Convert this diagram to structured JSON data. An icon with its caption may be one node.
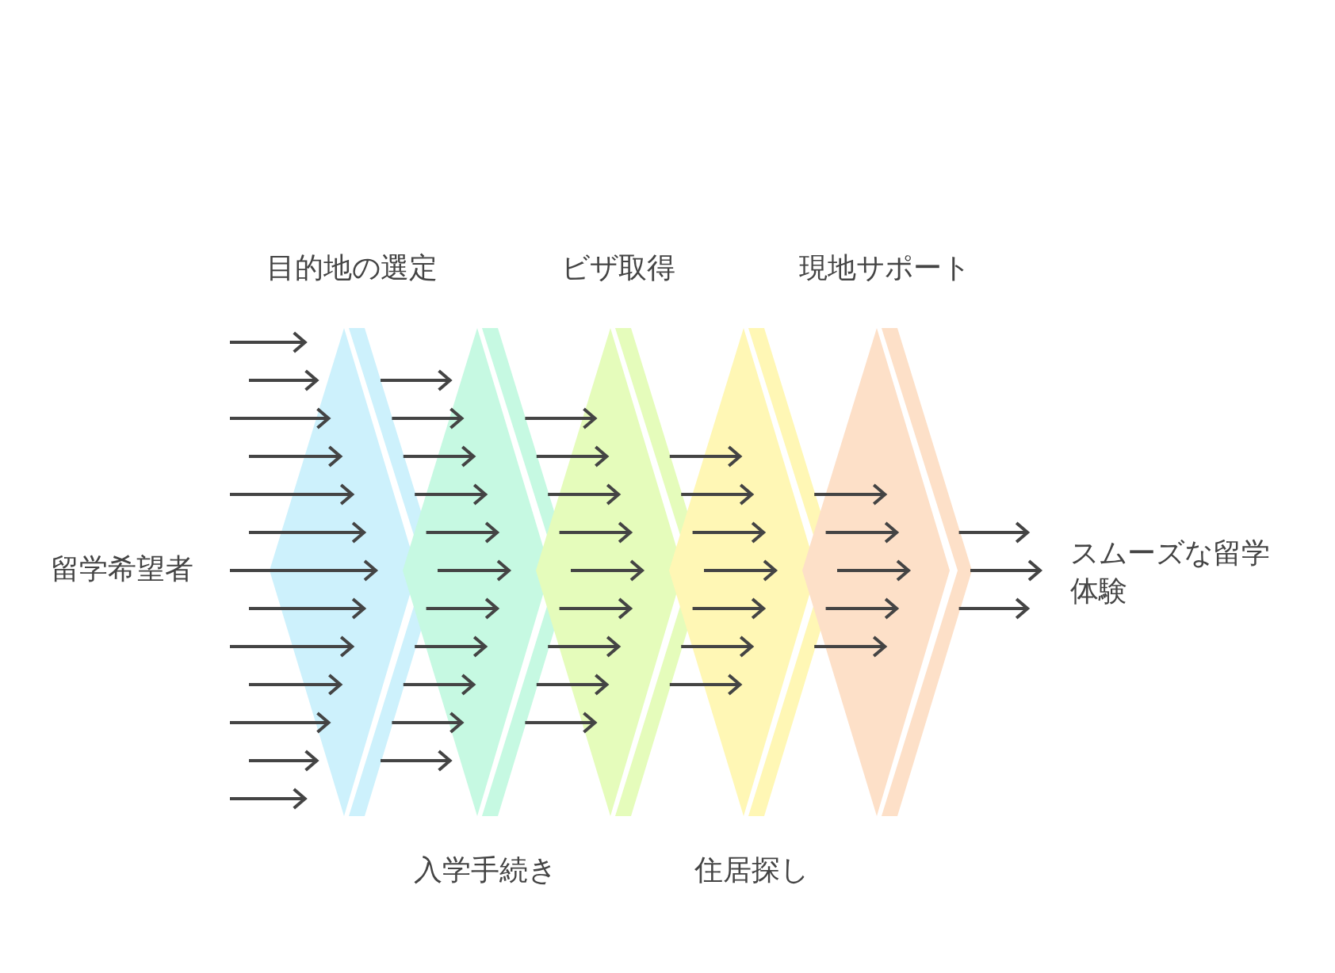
{
  "diagram": {
    "nodes": [
      {
        "text": [
          "留学希望者"
        ]
      },
      {
        "text": [
          "目的地の選定"
        ]
      },
      {
        "text": [
          "入学手続き"
        ]
      },
      {
        "text": [
          "ビザ取得"
        ]
      },
      {
        "text": [
          "住居探し"
        ]
      },
      {
        "text": [
          "現地サポート"
        ]
      },
      {
        "text": [
          "スムーズな留学体験"
        ]
      }
    ],
    "edges": [
      {
        "from": null,
        "to": 1,
        "arrow": "to"
      },
      {
        "from": null,
        "to": 1,
        "arrow": "to"
      },
      {
        "from": null,
        "to": 1,
        "arrow": "to"
      },
      {
        "from": null,
        "to": 1,
        "arrow": "to"
      },
      {
        "from": 0,
        "to": 1,
        "arrow": "to"
      },
      {
        "from": null,
        "to": 1,
        "arrow": "to"
      },
      {
        "from": 0,
        "to": 1,
        "arrow": "to"
      },
      {
        "from": null,
        "to": 1,
        "arrow": "to"
      },
      {
        "from": 0,
        "to": 1,
        "arrow": "to"
      },
      {
        "from": null,
        "to": 1,
        "arrow": "to"
      },
      {
        "from": null,
        "to": 1,
        "arrow": "to"
      },
      {
        "from": null,
        "to": 1,
        "arrow": "to"
      },
      {
        "from": null,
        "to": 1,
        "arrow": "to"
      },
      {
        "from": 1,
        "to": 2,
        "arrow": "to"
      },
      {
        "from": 1,
        "to": 2,
        "arrow": "to"
      },
      {
        "from": 1,
        "to": 2,
        "arrow": "to"
      },
      {
        "from": 1,
        "to": 2,
        "arrow": "to"
      },
      {
        "from": 1,
        "to": 2,
        "arrow": "to"
      },
      {
        "from": 1,
        "to": 2,
        "arrow": "to"
      },
      {
        "from": 1,
        "to": 2,
        "arrow": "to"
      },
      {
        "from": 1,
        "to": 2,
        "arrow": "to"
      },
      {
        "from": 1,
        "to": 2,
        "arrow": "to"
      },
      {
        "from": 1,
        "to": 2,
        "arrow": "to"
      },
      {
        "from": 1,
        "to": 2,
        "arrow": "to"
      },
      {
        "from": 2,
        "to": 3,
        "arrow": "to"
      },
      {
        "from": 2,
        "to": 3,
        "arrow": "to"
      },
      {
        "from": 2,
        "to": 3,
        "arrow": "to"
      },
      {
        "from": 2,
        "to": 3,
        "arrow": "to"
      },
      {
        "from": 2,
        "to": 3,
        "arrow": "to"
      },
      {
        "from": 2,
        "to": 3,
        "arrow": "to"
      },
      {
        "from": 2,
        "to": 3,
        "arrow": "to"
      },
      {
        "from": 2,
        "to": 3,
        "arrow": "to"
      },
      {
        "from": 2,
        "to": 3,
        "arrow": "to"
      },
      {
        "from": 3,
        "to": 4,
        "arrow": "to"
      },
      {
        "from": 3,
        "to": 4,
        "arrow": "to"
      },
      {
        "from": 3,
        "to": 4,
        "arrow": "to"
      },
      {
        "from": 3,
        "to": 4,
        "arrow": "to"
      },
      {
        "from": 3,
        "to": 4,
        "arrow": "to"
      },
      {
        "from": 3,
        "to": 4,
        "arrow": "to"
      },
      {
        "from": 3,
        "to": 4,
        "arrow": "to"
      },
      {
        "from": 4,
        "to": 5,
        "arrow": "to"
      },
      {
        "from": 4,
        "to": 5,
        "arrow": "to"
      },
      {
        "from": 4,
        "to": 5,
        "arrow": "to"
      },
      {
        "from": 4,
        "to": 5,
        "arrow": "to"
      },
      {
        "from": 4,
        "to": 5,
        "arrow": "to"
      },
      {
        "from": 5,
        "to": 6,
        "arrow": "to"
      },
      {
        "from": 5,
        "to": 6,
        "arrow": "to"
      },
      {
        "from": 5,
        "to": 6,
        "arrow": "to"
      }
    ]
  }
}
